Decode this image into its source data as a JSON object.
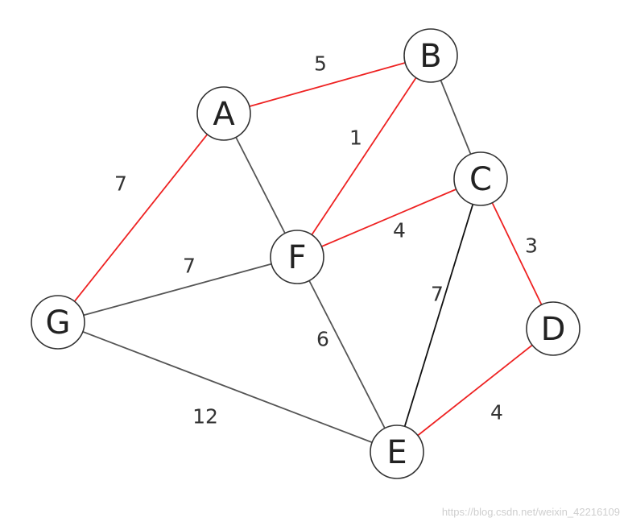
{
  "colors": {
    "highlight_edge": "#ee2222",
    "normal_edge": "#555555",
    "dark_edge": "#111111"
  },
  "nodes": [
    {
      "id": "A",
      "label": "A"
    },
    {
      "id": "B",
      "label": "B"
    },
    {
      "id": "C",
      "label": "C"
    },
    {
      "id": "D",
      "label": "D"
    },
    {
      "id": "E",
      "label": "E"
    },
    {
      "id": "F",
      "label": "F"
    },
    {
      "id": "G",
      "label": "G"
    }
  ],
  "edges": [
    {
      "from": "A",
      "to": "B",
      "weight": "5",
      "highlighted": true
    },
    {
      "from": "A",
      "to": "G",
      "weight": "7",
      "highlighted": true
    },
    {
      "from": "A",
      "to": "F",
      "weight": "",
      "highlighted": false
    },
    {
      "from": "B",
      "to": "F",
      "weight": "1",
      "highlighted": true
    },
    {
      "from": "B",
      "to": "C",
      "weight": "",
      "highlighted": false
    },
    {
      "from": "C",
      "to": "F",
      "weight": "4",
      "highlighted": true
    },
    {
      "from": "C",
      "to": "D",
      "weight": "3",
      "highlighted": true
    },
    {
      "from": "C",
      "to": "E",
      "weight": "7",
      "highlighted": false
    },
    {
      "from": "F",
      "to": "G",
      "weight": "7",
      "highlighted": false
    },
    {
      "from": "F",
      "to": "E",
      "weight": "6",
      "highlighted": false
    },
    {
      "from": "G",
      "to": "E",
      "weight": "12",
      "highlighted": false
    },
    {
      "from": "D",
      "to": "E",
      "weight": "4",
      "highlighted": true
    }
  ],
  "watermark": "https://blog.csdn.net/weixin_42216109"
}
